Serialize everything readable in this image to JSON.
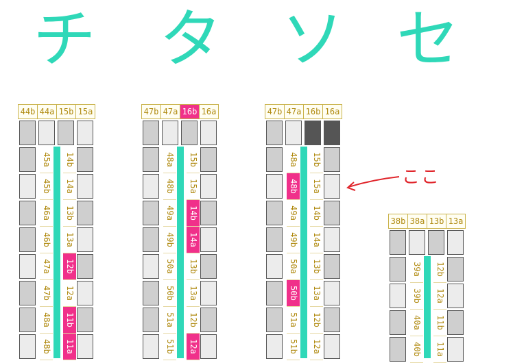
{
  "headings": [
    "チ",
    "タ",
    "ソ",
    "セ"
  ],
  "note": "ここ",
  "blocks": [
    {
      "headers": [
        "44b",
        "44a",
        "15b",
        "15a"
      ],
      "highlight_header": -1,
      "left_slots": [
        "45a",
        "45b",
        "46a",
        "46b",
        "47a",
        "47b",
        "48a",
        "48b"
      ],
      "right_slots": [
        "14b",
        "14a",
        "13b",
        "13a",
        "12b",
        "12a",
        "11b",
        "11a"
      ],
      "left_hl": [],
      "right_hl": [
        "12b",
        "11b",
        "11a"
      ]
    },
    {
      "headers": [
        "47b",
        "47a",
        "16b",
        "16a"
      ],
      "highlight_header": 2,
      "left_slots": [
        "48a",
        "48b",
        "49a",
        "49b",
        "50a",
        "50b",
        "51a",
        "51b"
      ],
      "right_slots": [
        "15b",
        "15a",
        "14b",
        "14a",
        "13b",
        "13a",
        "12b",
        "12a"
      ],
      "left_hl": [],
      "right_hl": [
        "14b",
        "14a",
        "12a"
      ]
    },
    {
      "headers": [
        "47b",
        "47a",
        "16b",
        "16a"
      ],
      "highlight_header": -1,
      "left_slots": [
        "48a",
        "48b",
        "49a",
        "49b",
        "50a",
        "50b",
        "51a",
        "51b"
      ],
      "right_slots": [
        "15b",
        "15a",
        "14b",
        "14a",
        "13b",
        "13a",
        "12b",
        "12a"
      ],
      "left_hl": [
        "48b",
        "50b"
      ],
      "right_hl": []
    },
    {
      "headers": [
        "38b",
        "38a",
        "13b",
        "13a"
      ],
      "highlight_header": -1,
      "left_slots": [
        "39a",
        "39b",
        "40a",
        "40b"
      ],
      "right_slots": [
        "12b",
        "12a",
        "11b",
        "11a"
      ],
      "left_hl": [],
      "right_hl": []
    }
  ]
}
